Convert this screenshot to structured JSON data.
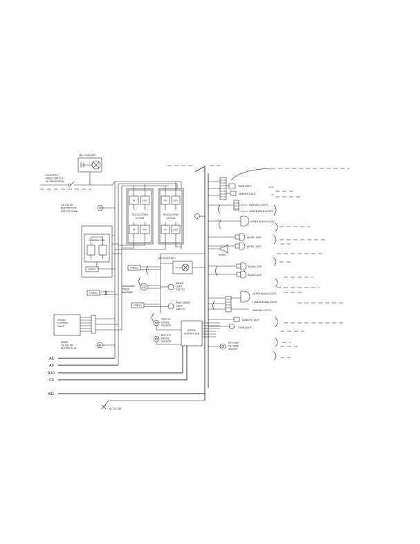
{
  "diagram": {
    "oil_cooler_left": "OIL COOLER",
    "oil_supply_switch": [
      "OIL SUPPLY",
      "PRESS SWITCH",
      "NC VALVE OPEN"
    ],
    "oil_filter_switch": [
      "OIL FILTER",
      "RESTRICTION",
      "SWITCH 2.5 Bar"
    ],
    "slewing_cab": "SLEWING CAB",
    "valve_blocks": [
      {
        "name": [
          "TELESCOPING",
          "LIFTING"
        ]
      },
      {
        "name": [
          "TELESCOPING",
          "LIFTING"
        ]
      }
    ],
    "port_in": "IN",
    "port_out": "OUT",
    "press": "PRESS",
    "control_valve": [
      "KROSS",
      "CONTROL",
      "VALVE"
    ],
    "drain_filter": [
      "DRAIN",
      "OIL FILTER",
      "RESTRICTION"
    ],
    "oil_cooler_center": "OIL COOLER",
    "low_brake_warning": [
      "LOW BRAKE",
      "PRESS",
      "WARNING"
    ],
    "brake_light_switch": [
      "BRAKE",
      "LIGHT",
      "SWITCH"
    ],
    "park_brake_switch": [
      "PARK BRAKE",
      "LIGHT",
      "SWITCH"
    ],
    "top_cyl_sensor": [
      "TOP CYL",
      "PRESS",
      "SENSOR"
    ],
    "bot_cyl_sensor": [
      "BOT CYL",
      "PRESS",
      "SENSOR"
    ],
    "controller": [
      "KROSS",
      "CONTROLLER"
    ],
    "hst_temp_switch": [
      "HST DISP",
      "OIL TEMP",
      "SWITCH"
    ],
    "horn": "HORN",
    "upper_light_group": [
      "TURN LIGHT",
      "MARKER LIGHT",
      "PARKING LIGHTS",
      "LOWER BEAM LIGHTS",
      "UPPER BEAM LIGHTS"
    ],
    "work_lights": [
      "WORK LIGHT",
      "WORK LIGHT",
      "WORK LIGHT",
      "WORK LIGHT"
    ],
    "lower_light_group": [
      "UPPER BEAM LIGHTS",
      "LOWER BEAM LIGHTS",
      "PARKING LIGHTS",
      "MARKER LIGHT",
      "TURN LIGHT"
    ],
    "harness_lines": [
      "A8",
      "A9",
      "A10",
      "C5",
      "A11"
    ],
    "to_cab": "B1 TO CAB"
  }
}
